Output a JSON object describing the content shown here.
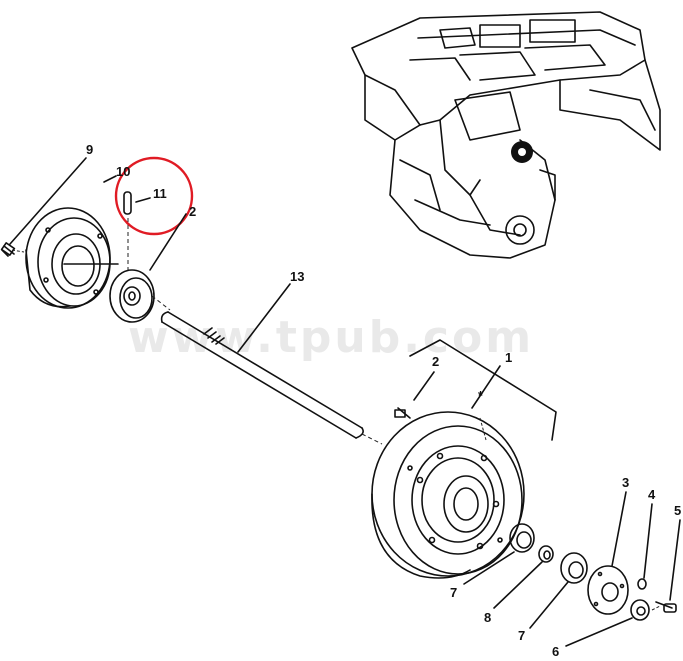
{
  "watermark": "www.tpub.com",
  "highlight_color": "#e01b24",
  "callouts": {
    "c1": "1",
    "c2a": "2",
    "c2b": "2",
    "c3": "3",
    "c4": "4",
    "c5": "5",
    "c6": "6",
    "c7a": "7",
    "c7b": "7",
    "c8": "8",
    "c9": "9",
    "c10": "10",
    "c11": "11",
    "c13": "13",
    "star": "*"
  },
  "icons": {
    "engine": "engine-block-illustration",
    "pulley": "crankshaft-pulley-drawing",
    "shaft": "drive-shaft-drawing",
    "highlight": "red-circle-highlight"
  }
}
